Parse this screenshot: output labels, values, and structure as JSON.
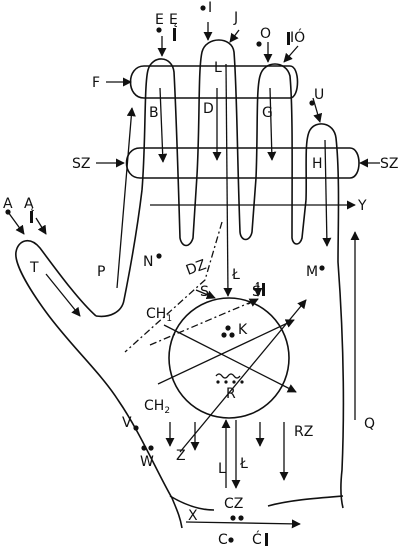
{
  "labels": {
    "E": "E",
    "E_ogonek": "Ę",
    "I_top": "I",
    "J": "J",
    "O": "O",
    "I_O_acute": "IÓ",
    "F": "F",
    "L_top": "L",
    "U": "U",
    "B": "B",
    "D": "D",
    "G": "G",
    "SZ_left": "SZ",
    "SZ_right": "SZ",
    "H": "H",
    "Y": "Y",
    "A": "A",
    "A_ogonek": "Ą",
    "T": "T",
    "P": "P",
    "N": "N",
    "DZ": "DZ",
    "M": "M",
    "L_stroke": "Ł",
    "S": "S",
    "S_acute": "Ś",
    "CH": "CH",
    "CH_sub1": "1",
    "CH_sub2": "2",
    "K": "K",
    "R": "R",
    "V": "V",
    "W": "W",
    "Z": "Z",
    "L_bottom": "L",
    "L_stroke_bottom": "Ł",
    "RZ": "RZ",
    "Q": "Q",
    "CZ": "CZ",
    "X": "X",
    "C": "C",
    "C_acute": "Ć"
  },
  "colors": {
    "ink": "#111111",
    "background": "#ffffff"
  }
}
